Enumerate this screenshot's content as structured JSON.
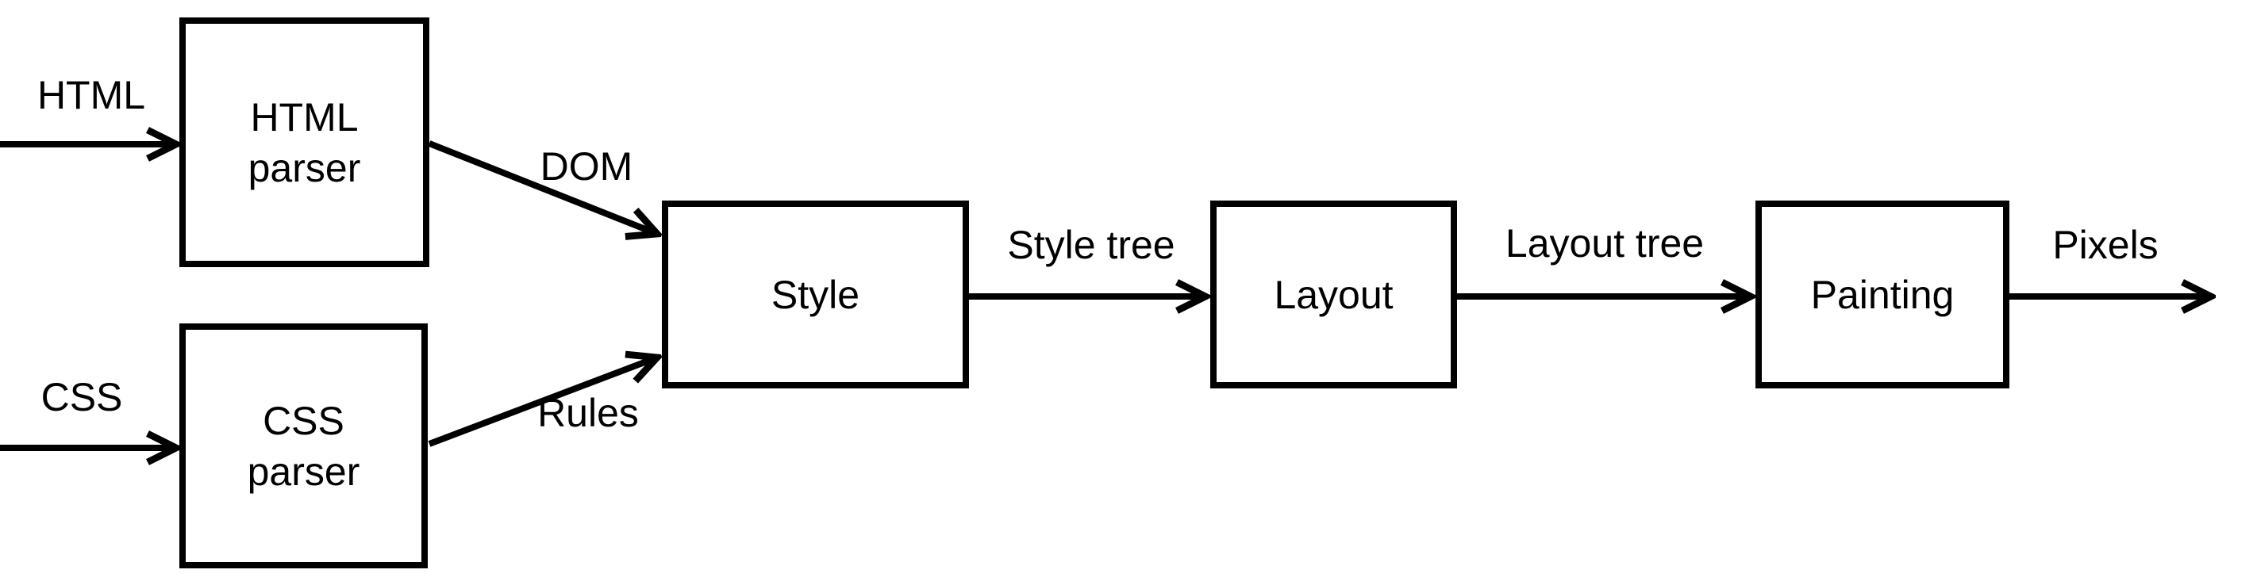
{
  "diagram": {
    "colors": {
      "foreground": "#000000",
      "background": "#ffffff"
    },
    "boxes": [
      {
        "id": "html-parser",
        "label": "HTML\nparser"
      },
      {
        "id": "css-parser",
        "label": "CSS\nparser"
      },
      {
        "id": "style",
        "label": "Style"
      },
      {
        "id": "layout",
        "label": "Layout"
      },
      {
        "id": "painting",
        "label": "Painting"
      }
    ],
    "arrows": [
      {
        "id": "html-input",
        "label": "HTML",
        "from": "edge-left",
        "to": "html-parser"
      },
      {
        "id": "css-input",
        "label": "CSS",
        "from": "edge-left",
        "to": "css-parser"
      },
      {
        "id": "dom",
        "label": "DOM",
        "from": "html-parser",
        "to": "style"
      },
      {
        "id": "rules",
        "label": "Rules",
        "from": "css-parser",
        "to": "style"
      },
      {
        "id": "style-tree",
        "label": "Style tree",
        "from": "style",
        "to": "layout"
      },
      {
        "id": "layout-tree",
        "label": "Layout tree",
        "from": "layout",
        "to": "painting"
      },
      {
        "id": "pixels",
        "label": "Pixels",
        "from": "painting",
        "to": "edge-right"
      }
    ]
  }
}
